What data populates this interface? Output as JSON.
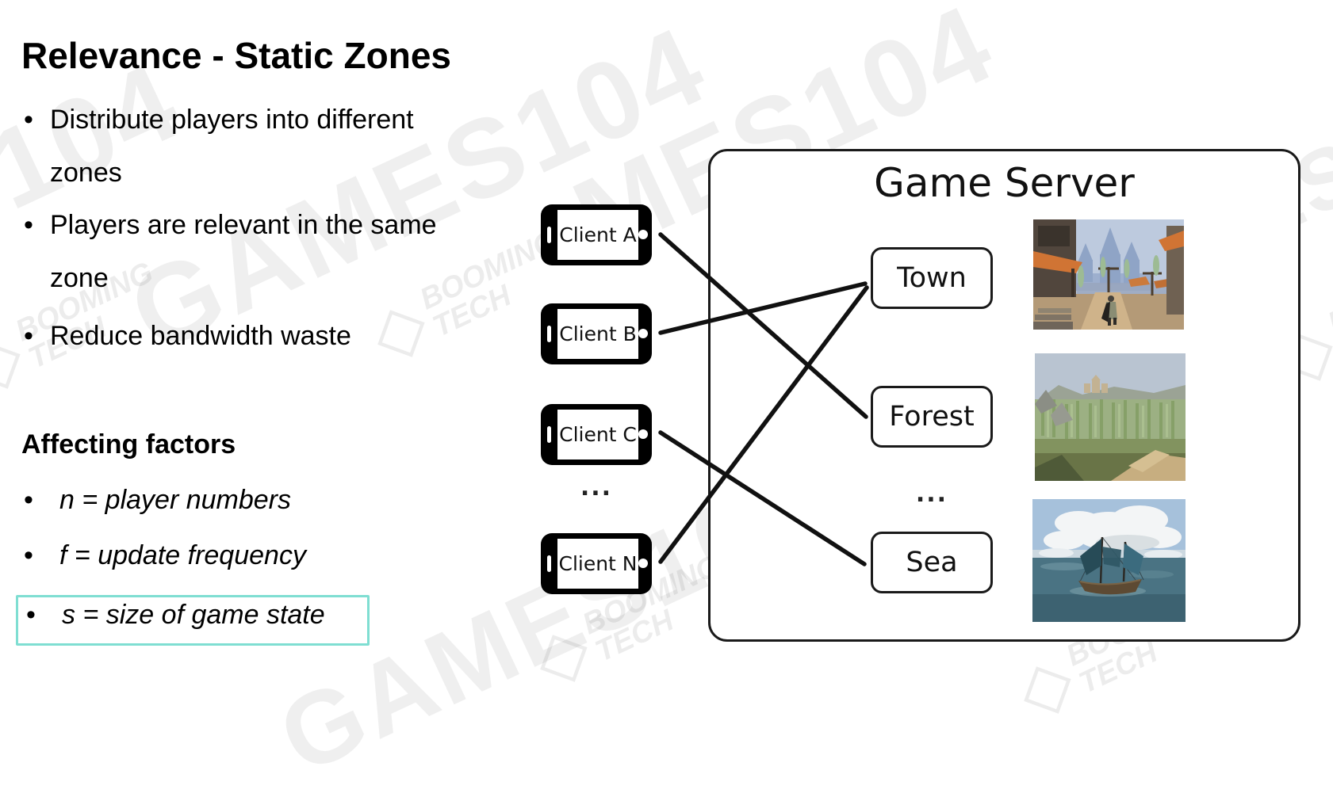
{
  "slide": {
    "title": "Relevance - Static Zones",
    "bullets": [
      {
        "line1": "Distribute players into different",
        "line2": "zones"
      },
      {
        "line1": "Players are relevant in the same",
        "line2": "zone"
      },
      {
        "line1": "Reduce bandwidth waste",
        "line2": ""
      }
    ],
    "affecting_factors": {
      "heading": "Affecting factors",
      "items": [
        {
          "text": "n = player numbers",
          "highlighted": false
        },
        {
          "text": "f = update frequency",
          "highlighted": false
        },
        {
          "text": "s = size of game state",
          "highlighted": true
        }
      ]
    },
    "highlight_color": "#7fded2"
  },
  "diagram": {
    "server_title": "Game Server",
    "clients": [
      {
        "label": "Client A"
      },
      {
        "label": "Client B"
      },
      {
        "label": "Client C"
      },
      {
        "label": "Client N"
      }
    ],
    "clients_ellipsis": "...",
    "zones": [
      {
        "label": "Town",
        "image": "town-screenshot"
      },
      {
        "label": "Forest",
        "image": "forest-screenshot"
      },
      {
        "label": "Sea",
        "image": "sea-screenshot"
      }
    ],
    "zones_ellipsis": "...",
    "connections": [
      {
        "from": "Client A",
        "to": "Forest"
      },
      {
        "from": "Client B",
        "to": "Town"
      },
      {
        "from": "Client C",
        "to": "Sea"
      },
      {
        "from": "Client N",
        "to": "Town"
      }
    ],
    "line_color": "#111111"
  },
  "watermark": {
    "fragments": [
      "104",
      "GAMES104",
      "MES104",
      "GAMES104",
      "GAMES104"
    ],
    "logo_line1": "BOOMING",
    "logo_line2": "TECH"
  }
}
